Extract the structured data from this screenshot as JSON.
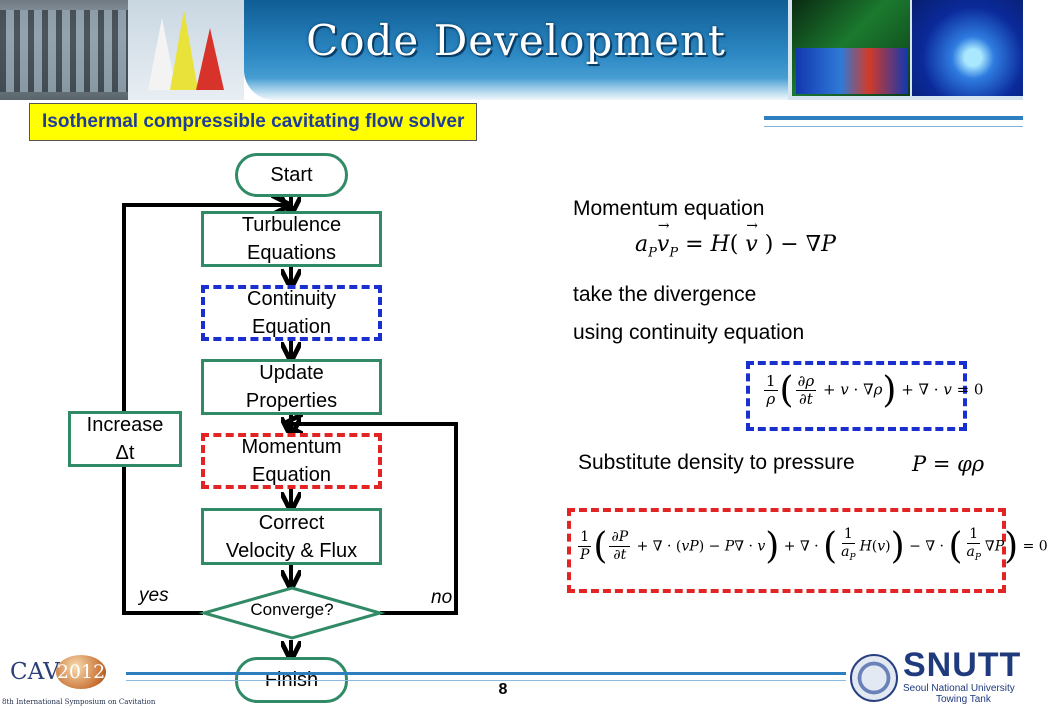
{
  "slide": {
    "title": "Code Development",
    "subtitle": "Isothermal compressible cavitating flow solver",
    "page_number": "8"
  },
  "flowchart": {
    "start": "Start",
    "turbulence": [
      "Turbulence",
      "Equations"
    ],
    "continuity": [
      "Continuity",
      "Equation"
    ],
    "update": [
      "Update",
      "Properties"
    ],
    "momentum": [
      "Momentum",
      "Equation"
    ],
    "correct": [
      "Correct",
      "Velocity & Flux"
    ],
    "converge": "Converge?",
    "finish": "Finish",
    "increase": [
      "Increase",
      "Δt"
    ],
    "yes_label": "yes",
    "no_label": "no"
  },
  "equations": {
    "momentum_label": "Momentum equation",
    "divergence_label": "take the divergence",
    "continuity_label": "using continuity equation",
    "substitute_label": "Substitute density to pressure",
    "momentum_eq": "a_P v_P = H(v) − ∇P",
    "continuity_eq": "(1/ρ)(∂ρ/∂t + v·∇ρ) + ∇·v = 0",
    "substitution_eq": "P = φρ",
    "pressure_eq": "(1/P)(∂P/∂t + ∇·(vP) − P∇·v) + ∇·((1/a_P)H(v)) − ∇·((1/a_P)∇P) = 0"
  },
  "footer": {
    "cav_logo_text": "CAV",
    "cav_year": "2012",
    "cav_caption": "8th International Symposium on Cavitation",
    "snu_logo": "SNUTT",
    "snu_name": "Seoul National University",
    "snu_dept": "Towing Tank"
  },
  "colors": {
    "flow_border": "#2f8a65",
    "blue_dash": "#1a2fd0",
    "red_dash": "#e32424",
    "header_blue": "#2d89c4",
    "subtitle_bg": "#ffff00"
  }
}
